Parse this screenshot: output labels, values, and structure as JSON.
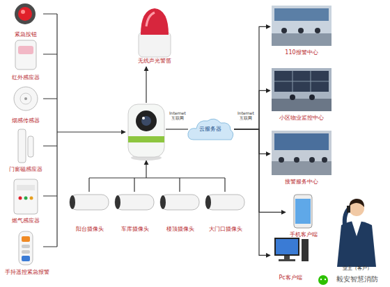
{
  "diagram": {
    "nodes": [
      {
        "text": [
          "紧急按钮"
        ]
      },
      {
        "text": [
          "红外感应器"
        ]
      },
      {
        "text": [
          "烟感传感器"
        ]
      },
      {
        "text": [
          "门窗磁感应器"
        ]
      },
      {
        "text": [
          "燃气感应器"
        ]
      },
      {
        "text": [
          "手持遥控紧急报警"
        ]
      },
      {
        "text": [
          "无线声光警笛"
        ]
      },
      {
        "text": [
          "云服务器"
        ]
      },
      {
        "text": [
          "阳台摄像头"
        ]
      },
      {
        "text": [
          "车库摄像头"
        ]
      },
      {
        "text": [
          "楼顶摄像头"
        ]
      },
      {
        "text": [
          "大门口摄像头"
        ]
      },
      {
        "text": [
          "110报警中心"
        ]
      },
      {
        "text": [
          "小区物业监控中心"
        ]
      },
      {
        "text": [
          "接警服务中心"
        ]
      },
      {
        "text": [
          "手机客户端"
        ]
      },
      {
        "text": [
          "Pc客户端"
        ]
      }
    ],
    "edges": [
      {
        "from": 7,
        "to": 12,
        "arrow": "to"
      },
      {
        "from": 7,
        "to": 13,
        "arrow": "to"
      },
      {
        "from": 7,
        "to": 14,
        "arrow": "to"
      },
      {
        "from": 7,
        "to": 15,
        "arrow": "to"
      },
      {
        "from": 7,
        "to": 16,
        "arrow": "to"
      }
    ],
    "labels": [
      "Internet 互联网",
      "Internet 互联网",
      "业主（客户）",
      "毅安智慧消防"
    ]
  }
}
